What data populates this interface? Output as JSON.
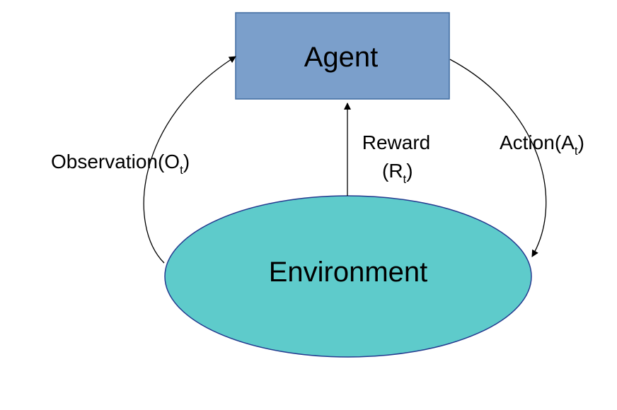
{
  "nodes": {
    "agent": {
      "label": "Agent",
      "fill": "#7b9fcb",
      "stroke": "#3f6aa0"
    },
    "environment": {
      "label": "Environment",
      "fill": "#5ecbcb",
      "stroke": "#243a8f"
    }
  },
  "edges": {
    "observation": {
      "label": "Observation(O",
      "sub": "t",
      "close": ")"
    },
    "reward": {
      "line1": "Reward",
      "line2_open": "(R",
      "line2_sub": "t",
      "line2_close": ")"
    },
    "action": {
      "label": "Action(A",
      "sub": "t",
      "close": ")"
    }
  }
}
